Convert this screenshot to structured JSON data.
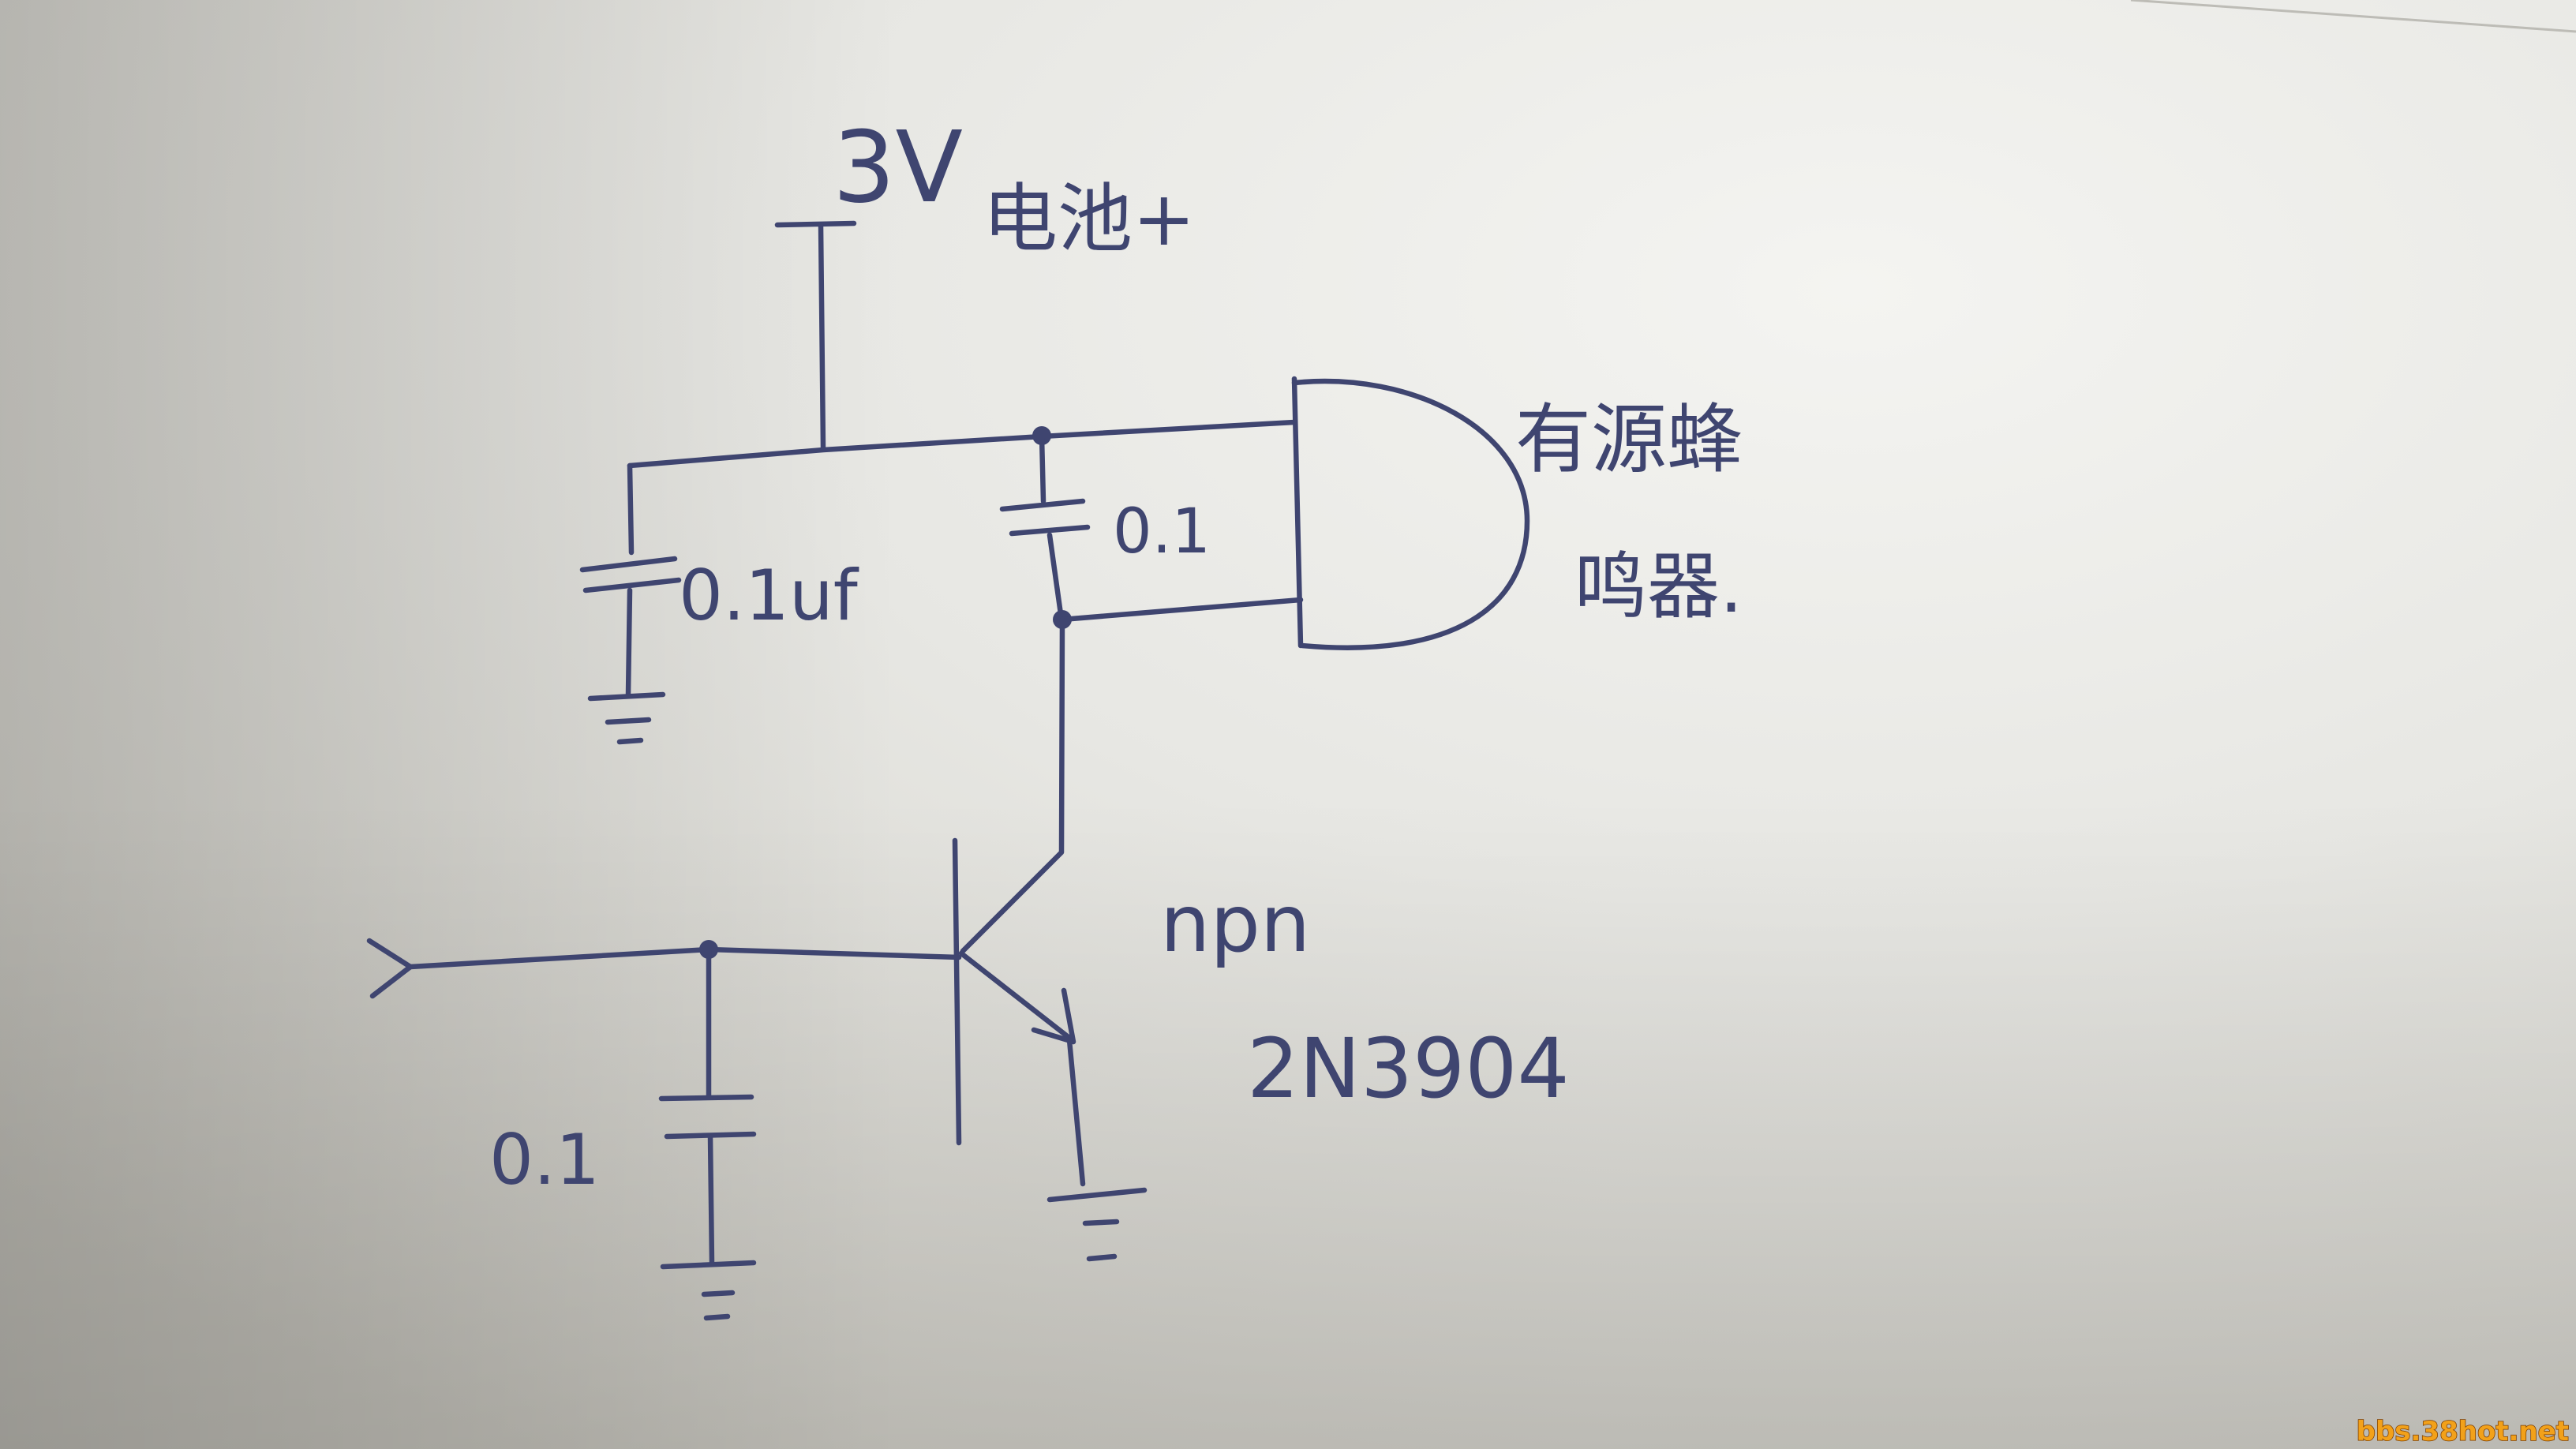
{
  "labels": {
    "supply_voltage": "3V",
    "supply_name": "电池+",
    "cap_top_left": "0.1uf",
    "cap_top_middle": "0.1",
    "buzzer_line1": "有源蜂",
    "buzzer_line2": "鸣器.",
    "transistor_type": "npn",
    "transistor_part": "2N3904",
    "cap_input": "0.1"
  },
  "watermark": "bbs.38hot.net",
  "colors": {
    "ink": "#3f4570",
    "paper": "#e6e6e2",
    "watermark": "#f2a11a"
  }
}
